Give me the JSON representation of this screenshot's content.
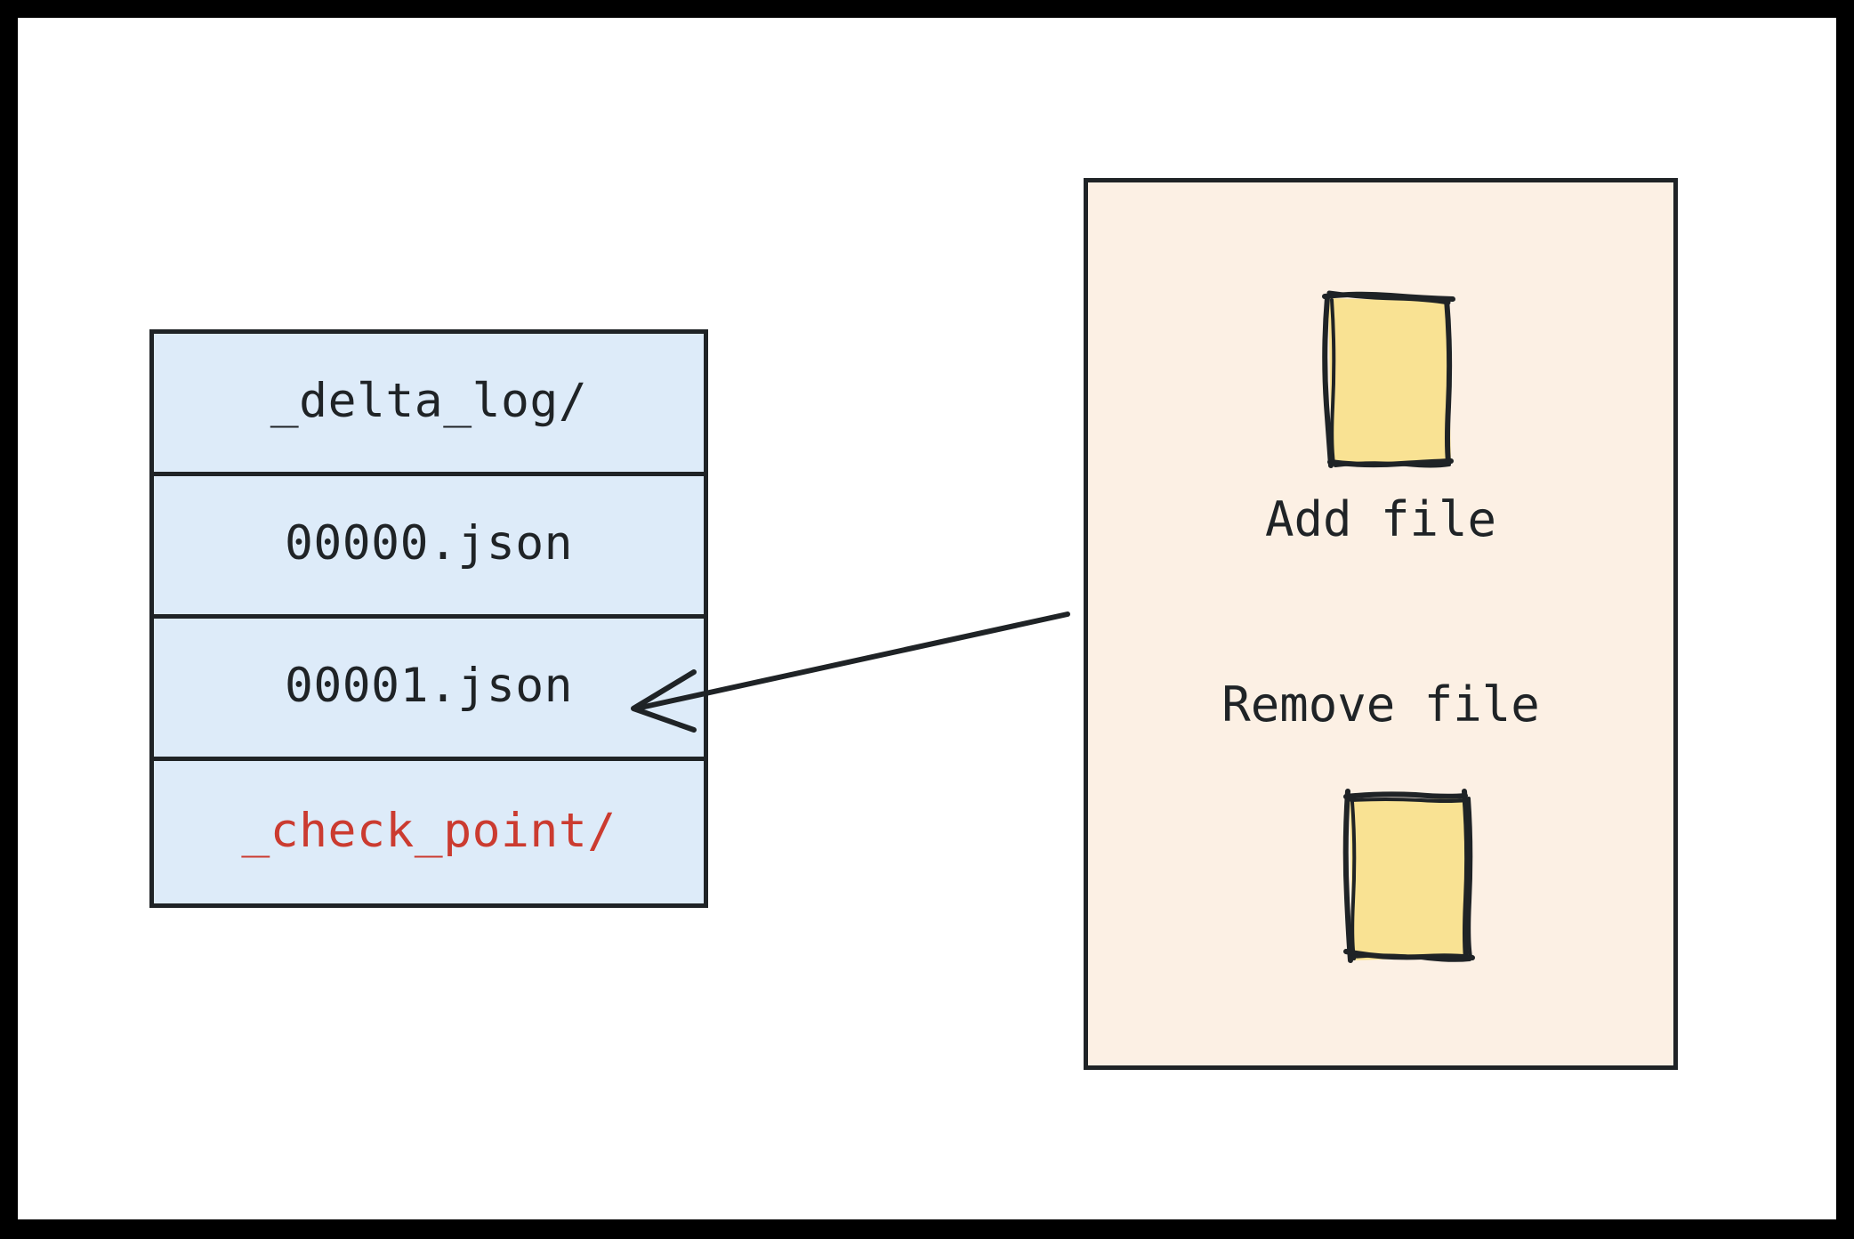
{
  "diagram": {
    "title": "Delta Lake transaction log structure",
    "background_color": "#ffffff",
    "frame_color": "#000000",
    "stroke_color": "#1f2326"
  },
  "file_table": {
    "name": "delta-log-directory-listing",
    "fill_color": "#ddebf9",
    "border_color": "#1f2326",
    "rows": [
      {
        "label": "_delta_log/",
        "color": "#1f2326",
        "highlighted": false
      },
      {
        "label": "00000.json",
        "color": "#1f2326",
        "highlighted": false
      },
      {
        "label": "00001.json",
        "color": "#1f2326",
        "highlighted": false
      },
      {
        "label": "_check_point/",
        "color": "#cb3b30",
        "highlighted": true
      }
    ]
  },
  "action_panel": {
    "name": "commit-actions-panel",
    "fill_color": "#fcf0e4",
    "border_color": "#1f2326",
    "sketch_fill": "#f9e293",
    "items": [
      {
        "label": "Add file",
        "icon": "file-sketch-icon"
      },
      {
        "label": "Remove file",
        "icon": "file-sketch-icon"
      }
    ]
  },
  "connector": {
    "name": "json-to-actions-arrow",
    "from": "action_panel",
    "to": "00001.json",
    "direction": "left",
    "color": "#1f2326"
  }
}
